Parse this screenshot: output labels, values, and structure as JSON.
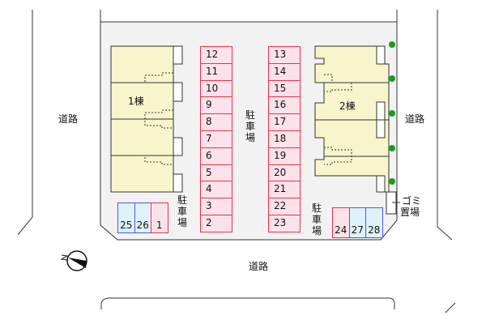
{
  "buildings": [
    {
      "label": "1棟"
    },
    {
      "label": "2棟"
    }
  ],
  "parking_label": "駐車場",
  "roads": {
    "left": "道路",
    "right": "道路",
    "bottom": "道路"
  },
  "garbage_label": [
    "ゴミ",
    "置場"
  ],
  "parking_left_column": [
    "12",
    "11",
    "10",
    "9",
    "8",
    "7",
    "6",
    "5",
    "4",
    "3",
    "2"
  ],
  "parking_right_column": [
    "13",
    "14",
    "15",
    "16",
    "17",
    "18",
    "19",
    "20",
    "21",
    "22",
    "23"
  ],
  "parking_bottom_left": [
    {
      "n": "25",
      "type": "blue"
    },
    {
      "n": "26",
      "type": "blue"
    },
    {
      "n": "1",
      "type": "red"
    }
  ],
  "parking_bottom_right": [
    {
      "n": "24",
      "type": "red"
    },
    {
      "n": "27",
      "type": "blue"
    },
    {
      "n": "28",
      "type": "blue"
    }
  ],
  "compass": {
    "label": "N"
  },
  "colors": {
    "building": "#f8f5cc",
    "parking_red": "#fbe2ea",
    "parking_blue": "#dff2fb",
    "tree": "#1a9a2a",
    "lot": "#f2f2f2"
  }
}
